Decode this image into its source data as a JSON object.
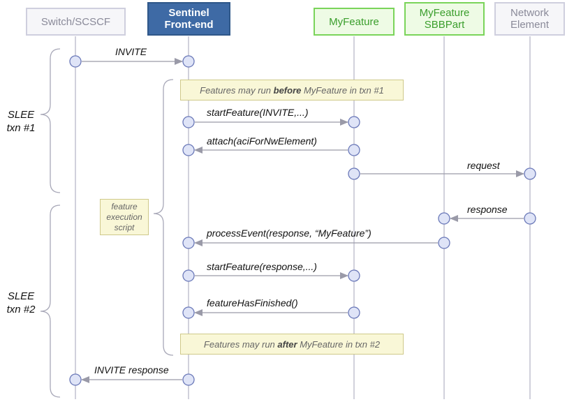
{
  "participants": [
    {
      "id": "switch",
      "line1": "Switch/SCSCF",
      "line2": ""
    },
    {
      "id": "sentinel",
      "line1": "Sentinel",
      "line2": "Front-end"
    },
    {
      "id": "myfeature",
      "line1": "MyFeature",
      "line2": ""
    },
    {
      "id": "sbbpart",
      "line1": "MyFeature",
      "line2": "SBBPart"
    },
    {
      "id": "network",
      "line1": "Network",
      "line2": "Element"
    }
  ],
  "messages": [
    {
      "id": "invite",
      "label": "INVITE"
    },
    {
      "id": "start1",
      "label": "startFeature(INVITE,...)"
    },
    {
      "id": "attach",
      "label": "attach(aciForNwElement)"
    },
    {
      "id": "request",
      "label": "request"
    },
    {
      "id": "response",
      "label": "response"
    },
    {
      "id": "process",
      "label": "processEvent(response,  “MyFeature”)"
    },
    {
      "id": "start2",
      "label": "startFeature(response,...)"
    },
    {
      "id": "finished",
      "label": "featureHasFinished()"
    },
    {
      "id": "inviteresp",
      "label": "INVITE  response"
    }
  ],
  "notes": {
    "before": {
      "pre": "Features may run ",
      "bold": "before",
      "post": " MyFeature in txn #1"
    },
    "after": {
      "pre": "Features may run ",
      "bold": "after",
      "post": " MyFeature in txn #2"
    },
    "script": {
      "l1": "feature",
      "l2": "execution",
      "l3": "script"
    }
  },
  "transactions": [
    {
      "l1": "SLEE",
      "l2": "txn #1"
    },
    {
      "l1": "SLEE",
      "l2": "txn #2"
    }
  ],
  "colors": {
    "lifeline": "#b8b8c8",
    "arrow": "#8a8a99",
    "node_fill": "#dfe4f7",
    "node_stroke": "#6a78b8"
  }
}
